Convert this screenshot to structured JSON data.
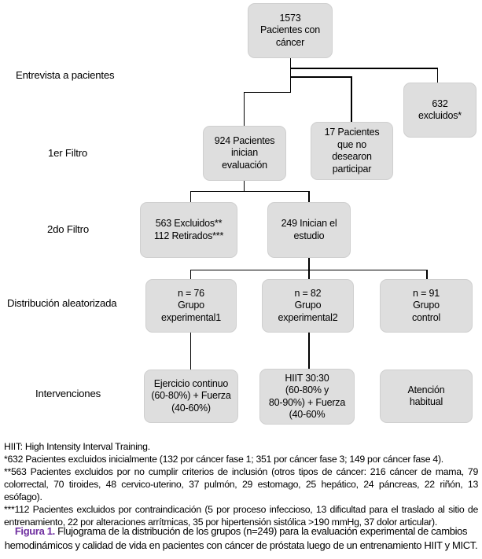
{
  "palette": {
    "node_fill": "#dedede",
    "node_border": "#cfcfcf",
    "line_color": "#000000",
    "caption_accent": "#7030a0",
    "text_color": "#000000"
  },
  "stages": {
    "interview": "Entrevista a pacientes",
    "filter1": "1er Filtro",
    "filter2": "2do Filtro",
    "randomization": "Distribución aleatorizada",
    "interventions": "Intervenciones"
  },
  "nodes": {
    "total": "1573\nPacientes con\ncáncer",
    "excluded_632": "632\nexcluidos*",
    "eval_924": "924 Pacientes\ninician\nevaluación",
    "declined_17": "17 Pacientes\nque no\ndesearon\nparticipar",
    "excluded_563": "563 Excluidos**\n112 Retirados***",
    "start_249": "249 Inician el\nestudio",
    "group_exp1": "n = 76\nGrupo\nexperimental1",
    "group_exp2": "n = 82\nGrupo\nexperimental2",
    "group_control": "n = 91\nGrupo\ncontrol",
    "int_continuous": "Ejercicio continuo\n(60-80%) + Fuerza\n(40-60%)",
    "int_hiit": "HIIT 30:30\n(60-80% y\n80-90%) + Fuerza\n(40-60%",
    "int_usual": "Atención\nhabitual"
  },
  "footnotes": [
    "HIIT: High Intensity Interval Training.",
    "*632 Pacientes excluidos inicialmente (132 por cáncer fase 1; 351 por cáncer fase 3; 149 por cáncer fase 4).",
    "**563 Pacientes excluidos por no cumplir criterios de inclusión (otros tipos de cáncer: 216 cáncer de mama, 79 colorrectal, 70 tiroides, 48 cervico-uterino, 37 pulmón, 29 estomago, 25 hepático, 24 páncreas, 22 riñón, 13 esófago).",
    "***112 Pacientes excluidos por contraindicación (5 por proceso infeccioso, 13 dificultad para el traslado al sitio de entrenamiento, 22 por alteraciones arrítmicas, 35 por hipertensión sistólica >190 mmHg, 37 dolor articular)."
  ],
  "caption": {
    "label": "Figura 1.",
    "text": "Flujograma de la distribución de los grupos (n=249) para la evaluación experimental de cambios hemodinámicos y calidad de vida en pacientes con cáncer de próstata luego de un entrenamiento HIIT y MICT."
  }
}
